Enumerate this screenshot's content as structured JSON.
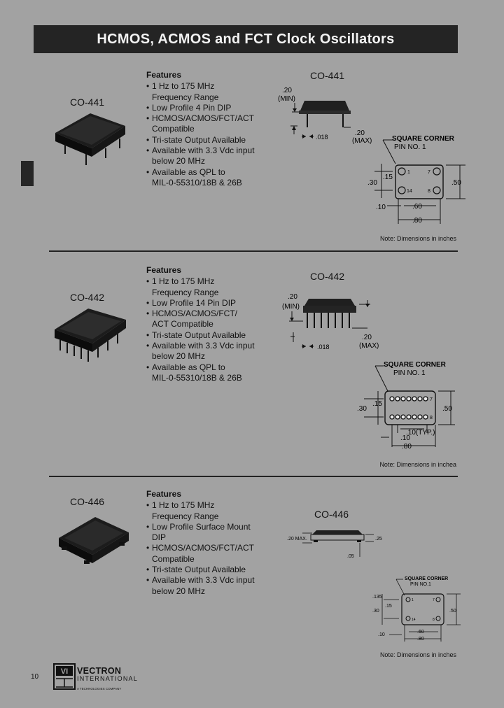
{
  "title": "HCMOS, ACMOS and FCT Clock Oscillators",
  "features_heading": "Features",
  "note": "Note: Dimensions in inches",
  "note_alt": "Note: Dimensions in inchea",
  "sections": [
    {
      "model": "CO-441",
      "drawing_title": "CO-441",
      "features": [
        [
          "1 Hz to 175 MHz",
          "Frequency Range"
        ],
        [
          "Low Profile 4 Pin DIP"
        ],
        [
          "HCMOS/ACMOS/FCT/ACT",
          "Compatible"
        ],
        [
          "Tri-state Output Available"
        ],
        [
          "Available with 3.3 Vdc input",
          "below 20 MHz"
        ],
        [
          "Available as QPL to",
          "MIL-0-55310/18B & 26B"
        ]
      ]
    },
    {
      "model": "CO-442",
      "drawing_title": "CO-442",
      "features": [
        [
          "1 Hz to 175 MHz",
          "Frequency Range"
        ],
        [
          "Low Profile 14 Pin DIP"
        ],
        [
          "HCMOS/ACMOS/FCT/",
          "ACT Compatible"
        ],
        [
          "Tri-state Output Available"
        ],
        [
          "Available with 3.3 Vdc input",
          "below 20 MHz"
        ],
        [
          "Available as QPL to",
          "MIL-0-55310/18B & 26B"
        ]
      ]
    },
    {
      "model": "CO-446",
      "drawing_title": "CO-446",
      "features": [
        [
          "1 Hz to 175 MHz",
          "Frequency Range"
        ],
        [
          "Low Profile Surface Mount",
          "DIP"
        ],
        [
          "HCMOS/ACMOS/FCT/ACT",
          "Compatible"
        ],
        [
          "Tri-state Output Available"
        ],
        [
          "Available with 3.3 Vdc input",
          "below 20 MHz"
        ]
      ]
    }
  ],
  "dims": {
    "d20": ".20",
    "min": "(MIN)",
    "max": "(MAX)",
    "d018": ".018",
    "sq1": "SQUARE CORNER",
    "sq2": "PIN NO. 1",
    "sq2_alt": "PIN NO.1",
    "d30": ".30",
    "d15": ".15",
    "d50": ".50",
    "d10": ".10",
    "d60": ".60",
    "d80": ".80",
    "d10typ": ".10(TYP.)",
    "d20max": ".20 MAX.",
    "d25": ".25",
    "d05": ".05",
    "d135": ".135",
    "p1": "1",
    "p7": "7",
    "p8": "8",
    "p14": "14"
  },
  "page_number": "10",
  "logo": {
    "mark": "VI",
    "name": "VECTRON",
    "sub": "INTERNATIONAL",
    "tag": "A TECHNOLOGIES COMPANY"
  }
}
